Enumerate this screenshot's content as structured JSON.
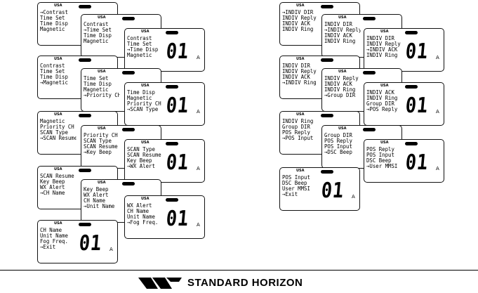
{
  "screens": [
    {
      "region": "USA",
      "lines": [
        "→Contrast",
        "Time Set",
        "Time Disp",
        "Magnetic"
      ],
      "channel": "",
      "channel_suffix": ""
    },
    {
      "region": "USA",
      "lines": [
        "Contrast",
        "→Time Set",
        "Time Disp",
        "Magnetic"
      ],
      "channel": "",
      "channel_suffix": ""
    },
    {
      "region": "USA",
      "lines": [
        "Contrast",
        "Time Set",
        "→Time Disp",
        "Magnetic"
      ],
      "channel": "01",
      "channel_suffix": "A"
    },
    {
      "region": "USA",
      "lines": [
        "Contrast",
        "Time Set",
        "Time Disp",
        "→Magnetic"
      ],
      "channel": "",
      "channel_suffix": ""
    },
    {
      "region": "USA",
      "lines": [
        "Time Set",
        "Time Disp",
        "Magnetic",
        "→Priority CH"
      ],
      "channel": "",
      "channel_suffix": ""
    },
    {
      "region": "USA",
      "lines": [
        "Time Disp",
        "Magnetic",
        "Priority CH",
        "→SCAN Type"
      ],
      "channel": "01",
      "channel_suffix": "A"
    },
    {
      "region": "USA",
      "lines": [
        "Magnetic",
        "Priority CH",
        "SCAN Type",
        "→SCAN Resume"
      ],
      "channel": "",
      "channel_suffix": ""
    },
    {
      "region": "USA",
      "lines": [
        "Priority CH",
        "SCAN Type",
        "SCAN Resume",
        "→Key Beep"
      ],
      "channel": "",
      "channel_suffix": ""
    },
    {
      "region": "USA",
      "lines": [
        "SCAN Type",
        "SCAN Resume",
        "Key Beep",
        "→WX Alert"
      ],
      "channel": "01",
      "channel_suffix": "A"
    },
    {
      "region": "USA",
      "lines": [
        "SCAN Resume",
        "Key Beep",
        "WX Alert",
        "→CH Name"
      ],
      "channel": "",
      "channel_suffix": ""
    },
    {
      "region": "USA",
      "lines": [
        "Key Beep",
        "WX Alert",
        "CH Name",
        "→Unit Name"
      ],
      "channel": "",
      "channel_suffix": ""
    },
    {
      "region": "USA",
      "lines": [
        "WX Alert",
        "CH Name",
        "Unit Name",
        "→Fog Freq."
      ],
      "channel": "01",
      "channel_suffix": "A"
    },
    {
      "region": "USA",
      "lines": [
        "CH Name",
        "Unit Name",
        "Fog Freq.",
        "→Exit"
      ],
      "channel": "01",
      "channel_suffix": "A"
    },
    {
      "region": "USA",
      "lines": [
        "→INDIV DIR",
        "INDIV Reply",
        "INDIV ACK",
        "INDIV Ring"
      ],
      "channel": "",
      "channel_suffix": ""
    },
    {
      "region": "USA",
      "lines": [
        "INDIV DIR",
        "→INDIV Reply",
        "INDIV ACK",
        "INDIV Ring"
      ],
      "channel": "",
      "channel_suffix": ""
    },
    {
      "region": "USA",
      "lines": [
        "INDIV DIR",
        "INDIV Reply",
        "→INDIV ACK",
        "INDIV Ring"
      ],
      "channel": "01",
      "channel_suffix": "A"
    },
    {
      "region": "USA",
      "lines": [
        "INDIV DIR",
        "INDIV Reply",
        "INDIV ACK",
        "→INDIV Ring"
      ],
      "channel": "",
      "channel_suffix": ""
    },
    {
      "region": "USA",
      "lines": [
        "INDIV Reply",
        "INDIV ACK",
        "INDIV Ring",
        "→Group DIR"
      ],
      "channel": "",
      "channel_suffix": ""
    },
    {
      "region": "USA",
      "lines": [
        "INDIV ACK",
        "INDIV Ring",
        "Group DIR",
        "→POS Reply"
      ],
      "channel": "01",
      "channel_suffix": "A"
    },
    {
      "region": "USA",
      "lines": [
        "INDIV Ring",
        "Group DIR",
        "POS Reply",
        "→POS Input"
      ],
      "channel": "",
      "channel_suffix": ""
    },
    {
      "region": "USA",
      "lines": [
        "Group DIR",
        "POS Reply",
        "POS Input",
        "→DSC Beep"
      ],
      "channel": "",
      "channel_suffix": ""
    },
    {
      "region": "USA",
      "lines": [
        "POS Reply",
        "POS Input",
        "DSC Beep",
        "→User MMSI"
      ],
      "channel": "01",
      "channel_suffix": "A"
    },
    {
      "region": "USA",
      "lines": [
        "POS Input",
        "DSC Beep",
        "User MMSI",
        "→Exit"
      ],
      "channel": "01",
      "channel_suffix": "A"
    }
  ],
  "footer": {
    "brand": "STANDARD HORIZON"
  }
}
